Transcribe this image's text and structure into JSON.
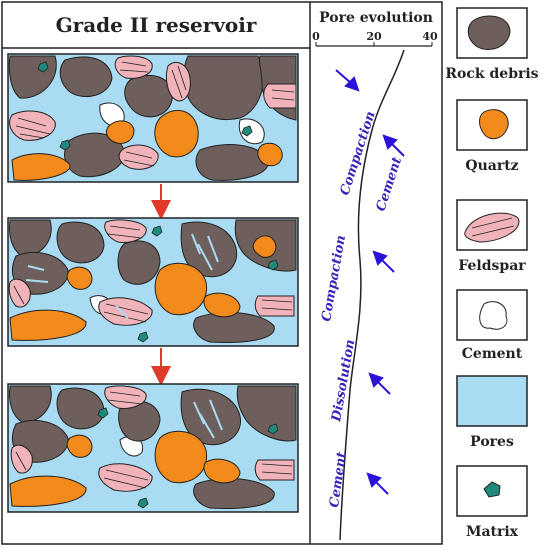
{
  "left_panel": {
    "title": "Grade II reservoir"
  },
  "middle_panel": {
    "title": "Pore evolution",
    "axis_ticks": [
      "0",
      "20",
      "40"
    ],
    "labels": {
      "compaction_top": "Compaction",
      "cement_top": "Cement",
      "compaction_mid": "Compaction",
      "dissolution": "Dissolution",
      "cement_bottom": "Cement"
    }
  },
  "legend": {
    "items": [
      {
        "label": "Rock debris",
        "icon": "rock-debris-icon"
      },
      {
        "label": "Quartz",
        "icon": "quartz-icon"
      },
      {
        "label": "Feldspar",
        "icon": "feldspar-icon"
      },
      {
        "label": "Cement",
        "icon": "cement-icon"
      },
      {
        "label": "Pores",
        "icon": "pores-icon"
      },
      {
        "label": "Matrix",
        "icon": "matrix-icon"
      }
    ]
  },
  "colors": {
    "pores": "#a9dcf3",
    "rock_debris": "#6f5f5c",
    "quartz": "#f38a1c",
    "feldspar": "#f0b3b9",
    "matrix": "#1f8a7b",
    "arrow_blue": "#2a12d8",
    "arrow_red": "#e03a2a",
    "text_blue": "#3c1fb8"
  }
}
